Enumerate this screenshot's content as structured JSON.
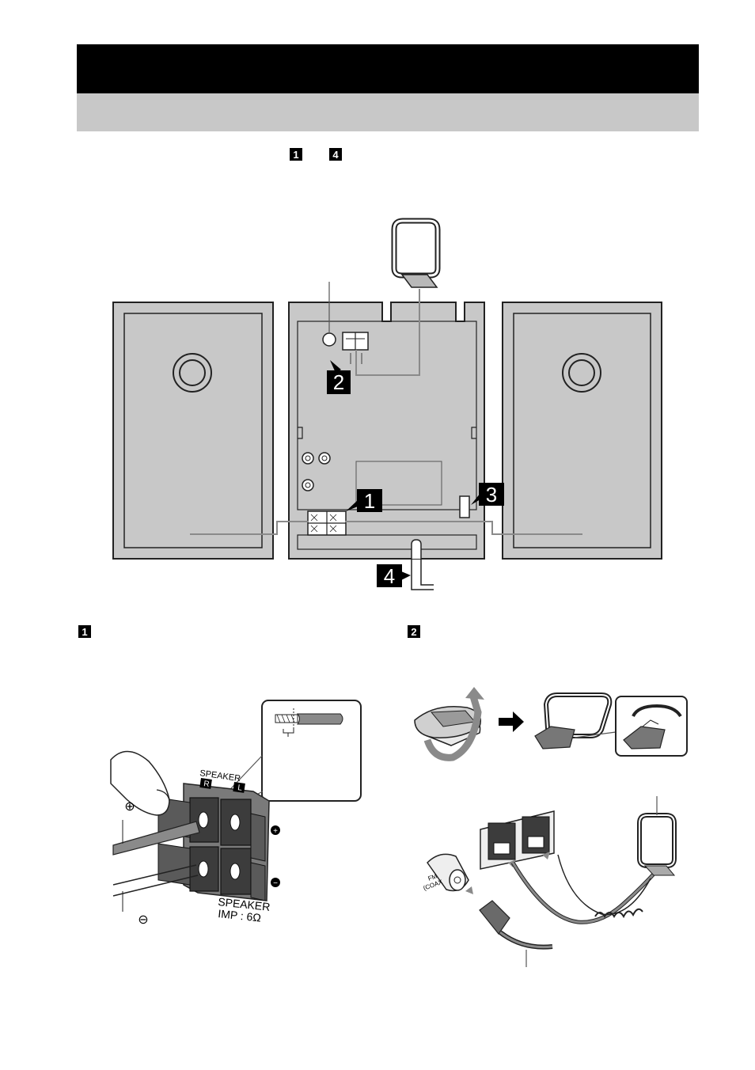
{
  "header_steps": {
    "first": "1",
    "last": "4"
  },
  "diagram_main": {
    "callout_1": "1",
    "callout_2": "2",
    "callout_3": "3",
    "callout_4": "4"
  },
  "section_speaker": {
    "number": "1",
    "panel_label": "SPEAKER",
    "channel_r": "R",
    "channel_l": "L",
    "plus_symbol": "⊕",
    "minus_symbol": "⊖",
    "bottom_label_line1": "SPEAKER",
    "bottom_label_line2": "IMP : 6Ω"
  },
  "section_antenna": {
    "number": "2",
    "jack_label_line1": "FM",
    "jack_label_line2": "(COAX"
  },
  "colors": {
    "panel_grey": "#c8c8c8",
    "line_grey": "#8a8a8a",
    "outline": "#222222"
  }
}
